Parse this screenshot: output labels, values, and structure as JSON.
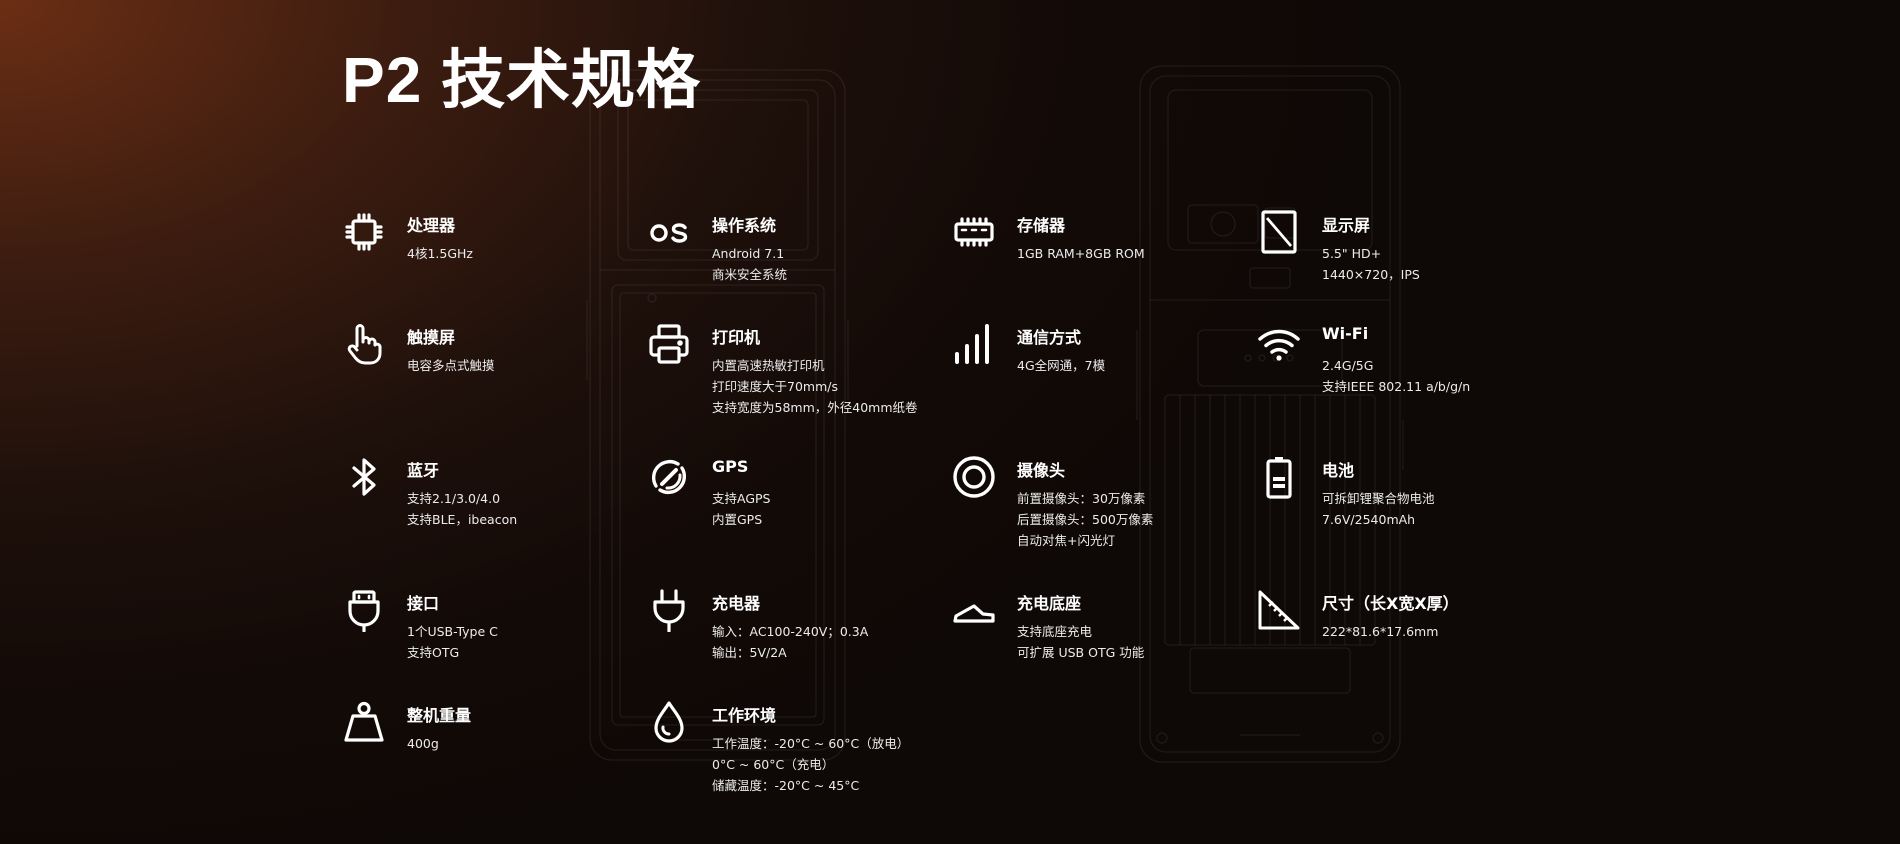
{
  "page": {
    "title": "P2 技术规格"
  },
  "specs": [
    {
      "icon": "cpu-icon",
      "name": "处理器",
      "lines": [
        "4核1.5GHz"
      ]
    },
    {
      "icon": "os-icon",
      "name": "操作系统",
      "lines": [
        "Android 7.1",
        "商米安全系统"
      ]
    },
    {
      "icon": "memory-icon",
      "name": "存储器",
      "lines": [
        "1GB RAM+8GB ROM"
      ]
    },
    {
      "icon": "display-icon",
      "name": "显示屏",
      "lines": [
        "5.5\" HD+",
        "1440×720，IPS"
      ]
    },
    {
      "icon": "touch-icon",
      "name": "触摸屏",
      "lines": [
        "电容多点式触摸"
      ]
    },
    {
      "icon": "printer-icon",
      "name": "打印机",
      "lines": [
        "内置高速热敏打印机",
        "打印速度大于70mm/s",
        "支持宽度为58mm，外径40mm纸卷"
      ]
    },
    {
      "icon": "signal-icon",
      "name": "通信方式",
      "lines": [
        "4G全网通，7模"
      ]
    },
    {
      "icon": "wifi-icon",
      "name": "Wi-Fi",
      "lines": [
        "2.4G/5G",
        "支持IEEE 802.11 a/b/g/n"
      ]
    },
    {
      "icon": "bluetooth-icon",
      "name": "蓝牙",
      "lines": [
        "支持2.1/3.0/4.0",
        "支持BLE，ibeacon"
      ]
    },
    {
      "icon": "gps-icon",
      "name": "GPS",
      "lines": [
        "支持AGPS",
        "内置GPS"
      ]
    },
    {
      "icon": "camera-icon",
      "name": "摄像头",
      "lines": [
        "前置摄像头：30万像素",
        "后置摄像头：500万像素",
        "自动对焦+闪光灯"
      ]
    },
    {
      "icon": "battery-icon",
      "name": "电池",
      "lines": [
        "可拆卸锂聚合物电池",
        "7.6V/2540mAh"
      ]
    },
    {
      "icon": "usb-icon",
      "name": "接口",
      "lines": [
        "1个USB-Type C",
        "支持OTG"
      ]
    },
    {
      "icon": "charger-plug-icon",
      "name": "充电器",
      "lines": [
        "输入：AC100-240V；0.3A",
        "输出：5V/2A"
      ]
    },
    {
      "icon": "charging-dock-icon",
      "name": "充电底座",
      "lines": [
        "支持底座充电",
        "可扩展 USB OTG 功能"
      ]
    },
    {
      "icon": "ruler-icon",
      "name": "尺寸（长X宽X厚）",
      "lines": [
        "222*81.6*17.6mm"
      ]
    },
    {
      "icon": "weight-icon",
      "name": "整机重量",
      "lines": [
        "400g"
      ]
    },
    {
      "icon": "water-drop-icon",
      "name": "工作环境",
      "lines": [
        "工作温度：-20°C ~ 60°C（放电）",
        "0°C ~ 60°C（充电）",
        "储藏温度：-20°C ~ 45°C"
      ]
    }
  ]
}
